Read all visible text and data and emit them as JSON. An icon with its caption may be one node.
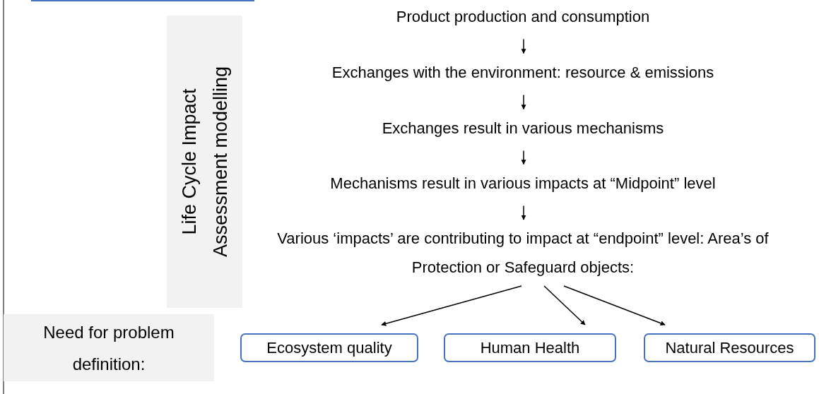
{
  "diagram": {
    "nodes": [
      {
        "text": [
          "Life Cycle Impact Assessment modelling"
        ]
      },
      {
        "text": [
          "Product production and consumption"
        ]
      },
      {
        "text": [
          "Exchanges with the environment: resource & emissions"
        ]
      },
      {
        "text": [
          "Exchanges result in various mechanisms"
        ]
      },
      {
        "text": [
          "Mechanisms result in various impacts at “Midpoint” level"
        ]
      },
      {
        "text": [
          "Various ‘impacts’ are contributing to impact at “endpoint” level: Area’s of Protection or Safeguard objects:"
        ]
      },
      {
        "text": [
          "Need for problem definition:"
        ]
      },
      {
        "text": [
          "Ecosystem quality"
        ]
      },
      {
        "text": [
          "Human Health"
        ]
      },
      {
        "text": [
          "Natural Resources"
        ]
      }
    ],
    "edges": [
      {
        "from": 1,
        "to": 2,
        "arrow": "to"
      },
      {
        "from": 2,
        "to": 3,
        "arrow": "to"
      },
      {
        "from": 3,
        "to": 4,
        "arrow": "to"
      },
      {
        "from": 4,
        "to": 5,
        "arrow": "to"
      },
      {
        "from": 5,
        "to": 7,
        "arrow": "to"
      },
      {
        "from": 5,
        "to": 8,
        "arrow": "to"
      },
      {
        "from": 5,
        "to": 9,
        "arrow": "to"
      }
    ]
  }
}
